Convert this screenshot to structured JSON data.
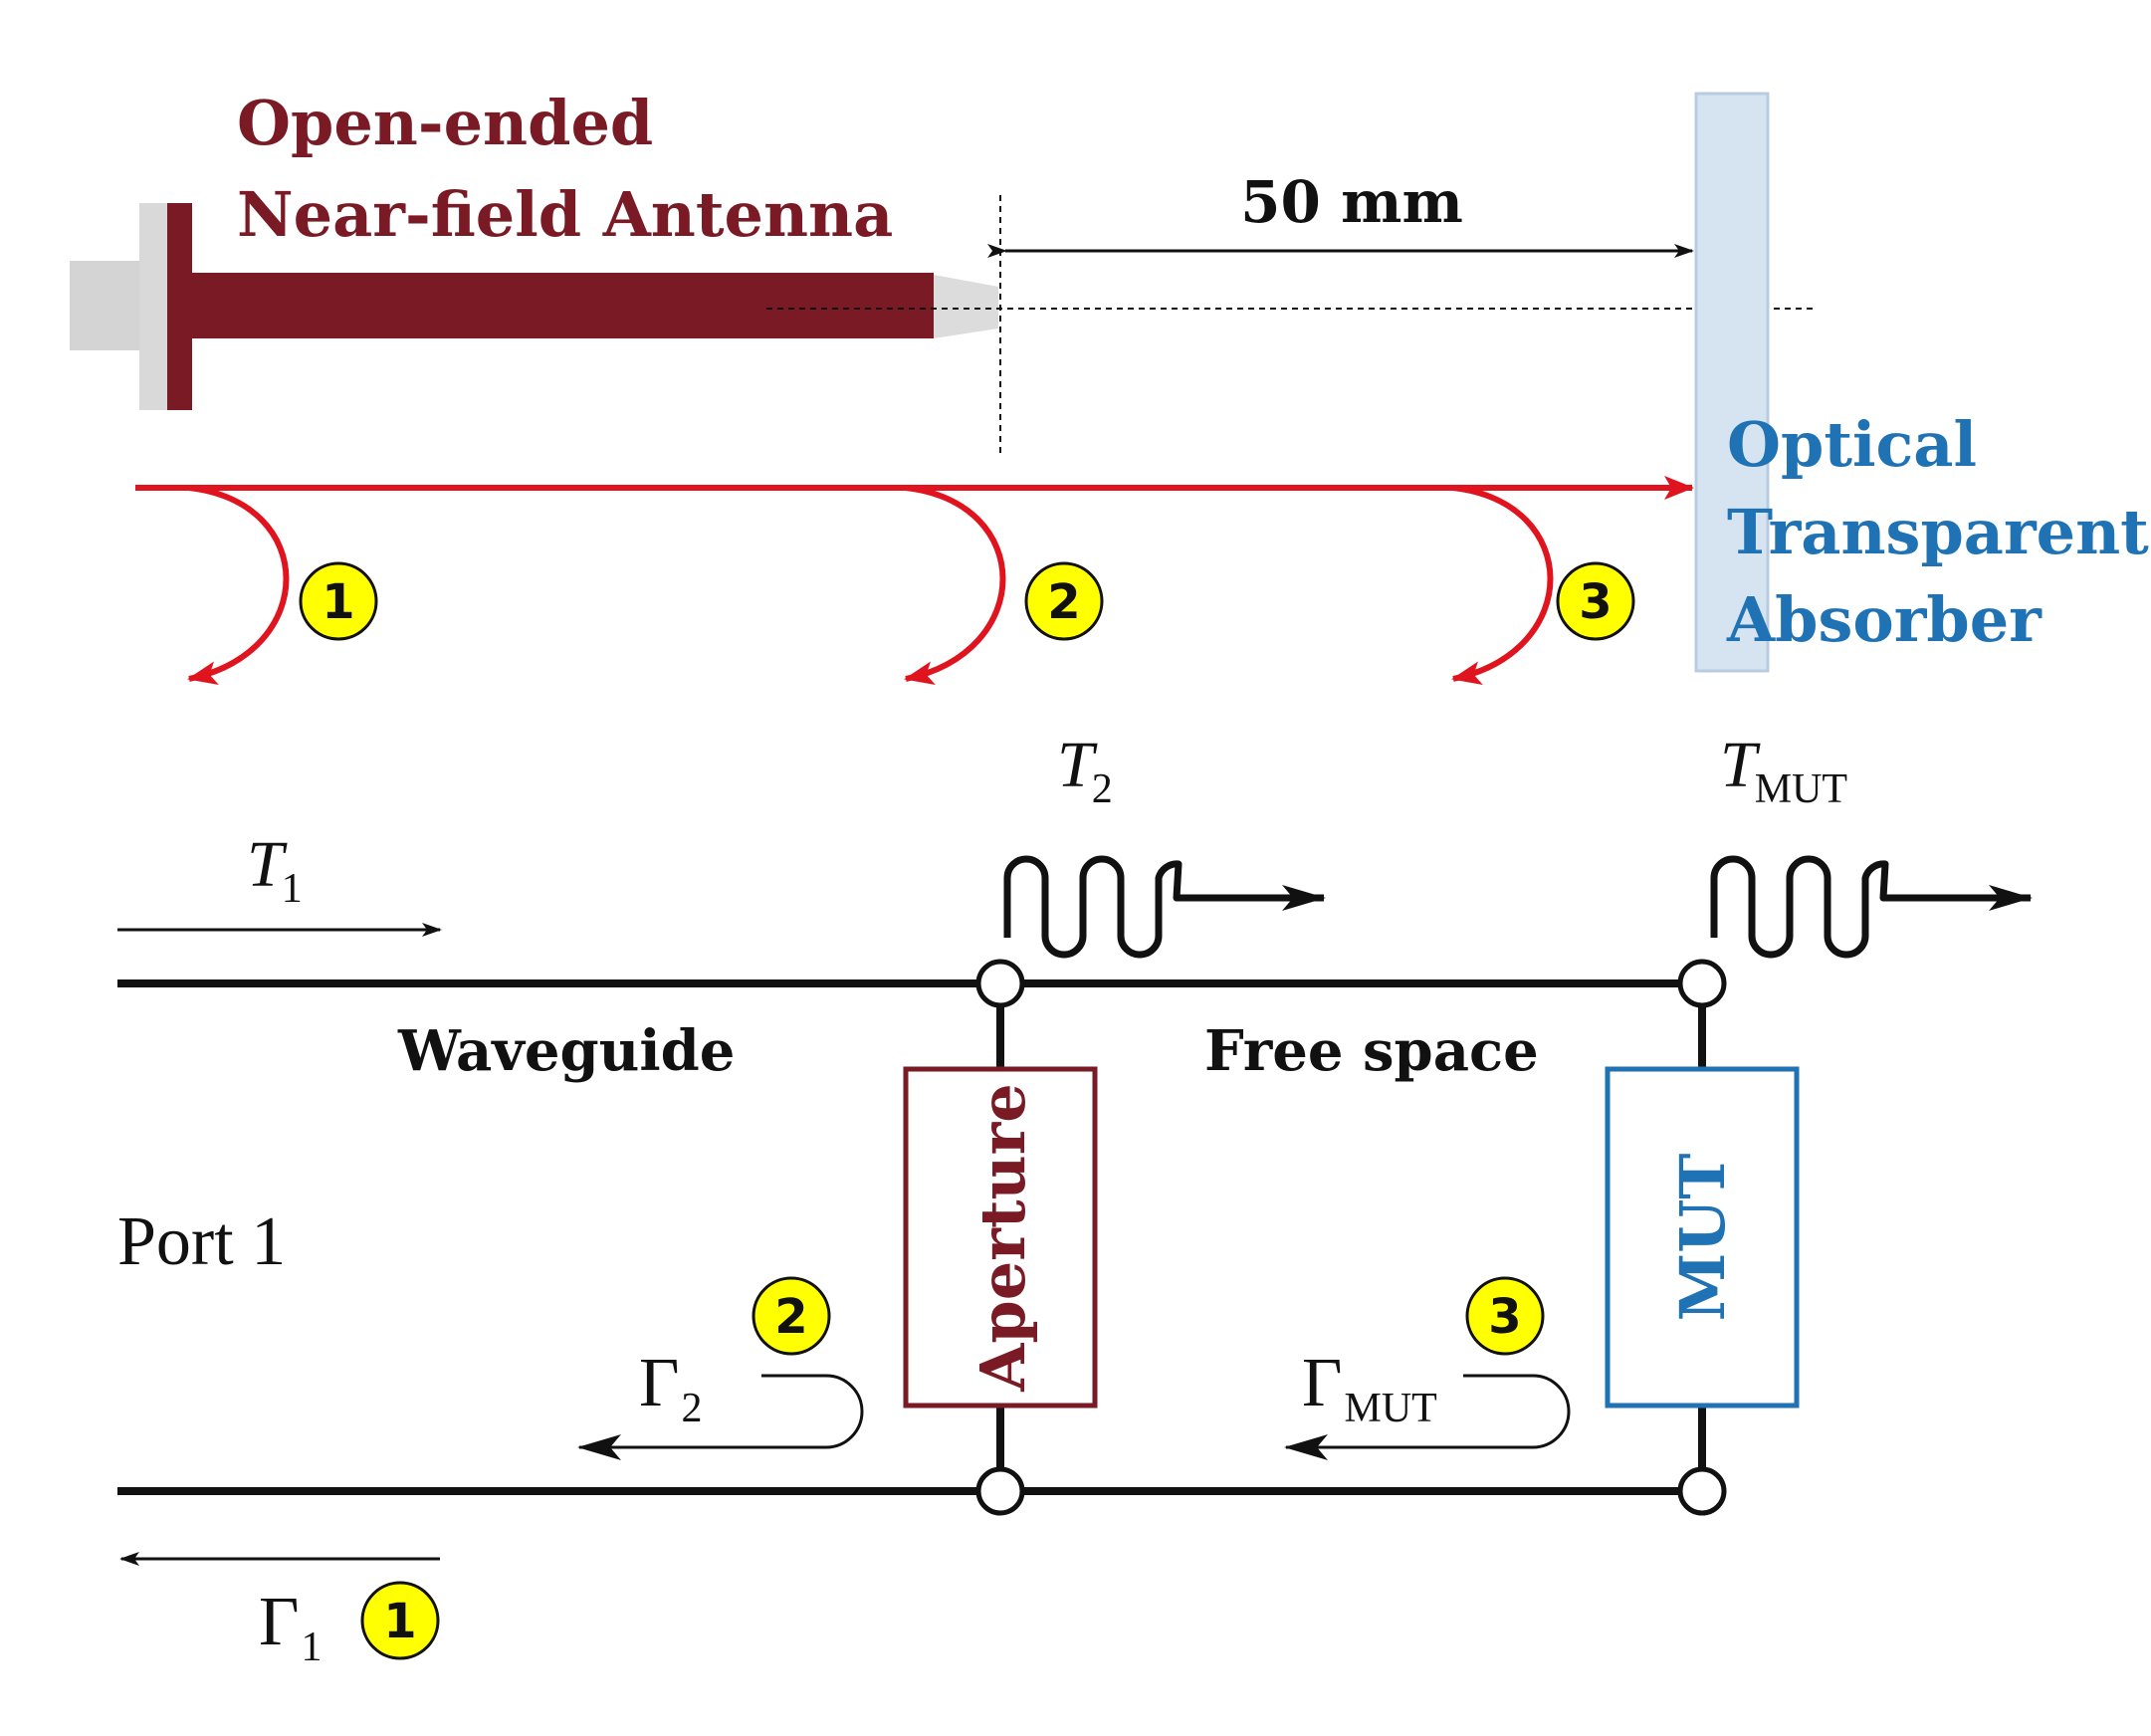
{
  "antenna": {
    "label_line1": "Open-ended",
    "label_line2": "Near-field Antenna",
    "color": "#7a1a24"
  },
  "distance": {
    "label": "50 mm"
  },
  "absorber": {
    "label_line1": "Optical",
    "label_line2": "Transparent",
    "label_line3": "Absorber",
    "label_color": "#1f73b4",
    "fill": "#d6e4f2"
  },
  "reflection_markers": [
    "1",
    "2",
    "3"
  ],
  "circuit": {
    "t1": {
      "main": "T",
      "sub": "1"
    },
    "t2": {
      "main": "T",
      "sub": "2"
    },
    "tmut": {
      "main": "T",
      "sub": "MUT"
    },
    "waveguide_label": "Waveguide",
    "freespace_label": "Free space",
    "port_label": "Port 1",
    "aperture_label": "Aperture",
    "aperture_color": "#7a1a24",
    "mut_label": "MUT",
    "mut_color": "#1f73b4",
    "g1": {
      "main": "Γ",
      "sub": "1",
      "marker": "1"
    },
    "g2": {
      "main": "Γ",
      "sub": "2",
      "marker": "2"
    },
    "gmut": {
      "main": "Γ",
      "sub": "MUT",
      "marker": "3"
    }
  },
  "colors": {
    "wave_arrow": "#e0141e",
    "badge_fill": "#ffff00",
    "line": "#111111"
  }
}
